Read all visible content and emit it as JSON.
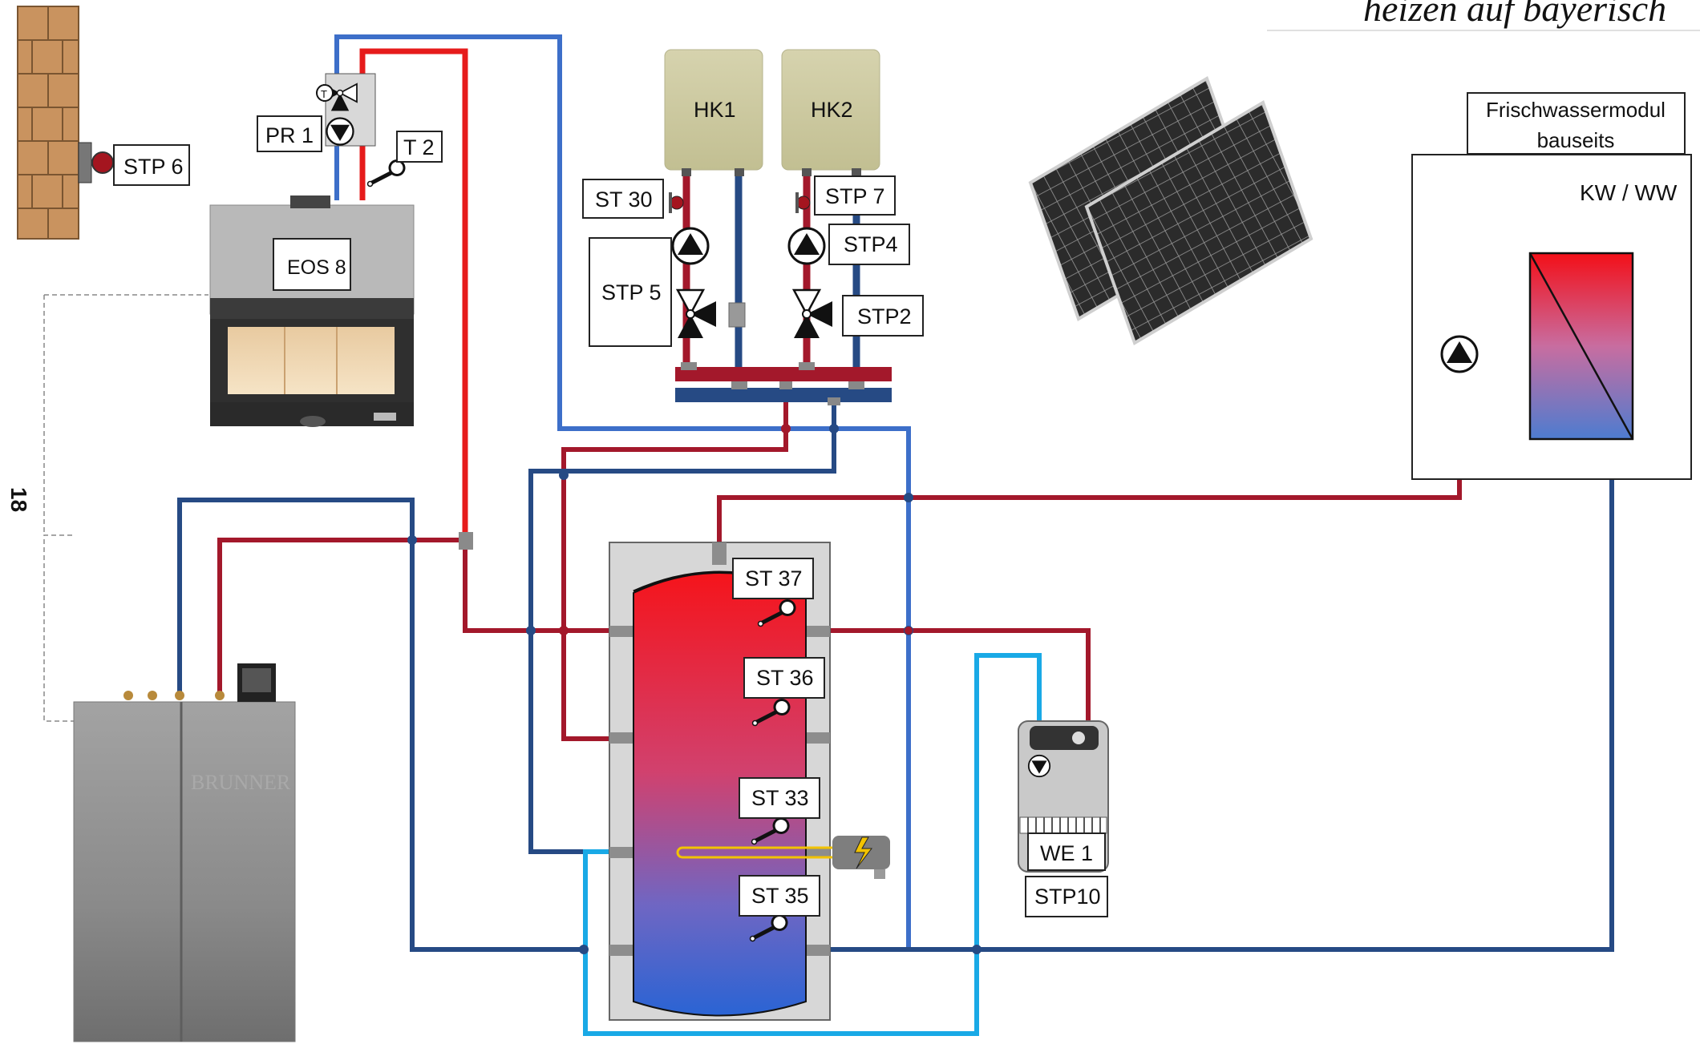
{
  "title": {
    "slogan": "heizen auf bayerisch"
  },
  "labels": {
    "stp6": "STP 6",
    "pr1": "PR 1",
    "t2": "T 2",
    "eos8": "EOS 8",
    "side": "18",
    "hk1": "HK1",
    "hk2": "HK2",
    "st30": "ST 30",
    "stp7": "STP 7",
    "stp5": "STP 5",
    "stp4": "STP4",
    "stp2": "STP2",
    "fresh_line1": "Frischwassermodul",
    "fresh_line2": "bauseits",
    "kwww": "KW / WW",
    "st37": "ST 37",
    "st36": "ST 36",
    "st33": "ST 33",
    "st35": "ST 35",
    "we1": "WE 1",
    "stp10": "STP10",
    "boiler_brand": "BRUNNER",
    "valve_t": "T"
  },
  "colors": {
    "flow_red": "#e61b1b",
    "flow_darkred": "#a3182b",
    "return_blue": "#3d6fc9",
    "return_darkblue": "#264a84",
    "cold_lightblue": "#19a9e6",
    "tank_outline": "#222222",
    "casing_grey": "#d7d7d7",
    "heater_yellow": "#f2c300"
  },
  "icons": [
    "brick-wall-icon",
    "fireplace-icon",
    "boiler-icon",
    "solar-panel-icon",
    "pump-icon",
    "three-way-valve-icon",
    "temperature-sensor-icon",
    "heating-element-icon",
    "heat-exchanger-icon",
    "lightning-icon"
  ]
}
